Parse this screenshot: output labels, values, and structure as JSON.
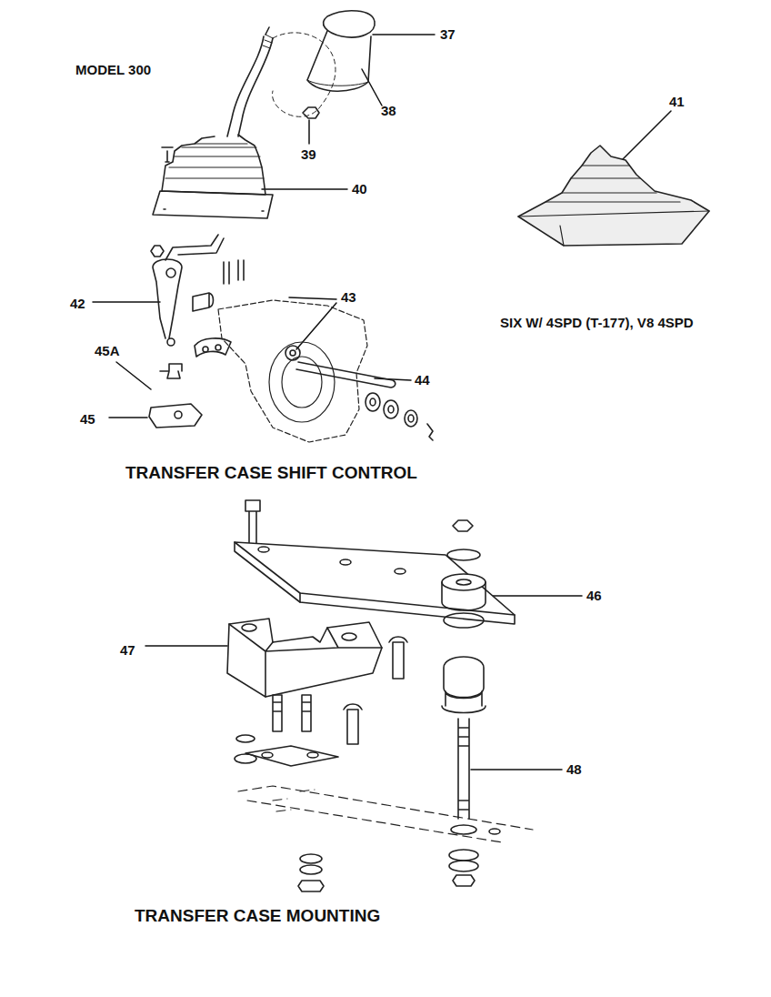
{
  "diagram": {
    "labels": [
      "MODEL 300",
      "37",
      "38",
      "39",
      "40",
      "41",
      "SIX W/ 4SPD (T-177), V8 4SPD",
      "42",
      "43",
      "45A",
      "44",
      "45",
      "TRANSFER CASE SHIFT CONTROL",
      "46",
      "47",
      "48",
      "TRANSFER CASE MOUNTING"
    ]
  }
}
